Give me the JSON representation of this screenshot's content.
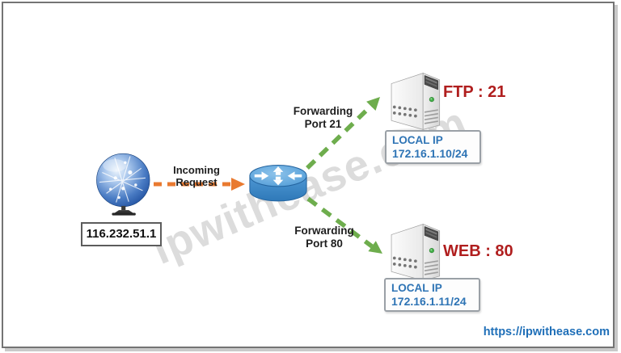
{
  "diagram": {
    "internet": {
      "public_ip": "116.232.51.1"
    },
    "incoming_request_label": "Incoming Request",
    "forwarding_ftp": {
      "line1": "Forwarding",
      "line2": "Port 21"
    },
    "forwarding_web": {
      "line1": "Forwarding",
      "line2": "Port 80"
    },
    "ftp_server": {
      "service_label": "FTP : 21",
      "local_ip_title": "LOCAL IP",
      "local_ip_value": "172.16.1.10/24"
    },
    "web_server": {
      "service_label": "WEB : 80",
      "local_ip_title": "LOCAL IP",
      "local_ip_value": "172.16.1.11/24"
    },
    "watermark": "ipwithease.com",
    "footer_link": "https://ipwithease.com"
  },
  "icons": {
    "internet": "globe-icon",
    "gateway": "router-icon",
    "ftp_host": "server-icon",
    "web_host": "server-icon"
  },
  "colors": {
    "incoming_arrow": "#E97A30",
    "forwarding_arrow": "#6EAD4D",
    "service_label_text": "#B01E1E",
    "local_ip_text": "#2E74B5",
    "footer_link_text": "#1F6FB8",
    "router_blue": "#3B87C8",
    "frame_border": "#747474",
    "watermark_gray": "#737373"
  }
}
